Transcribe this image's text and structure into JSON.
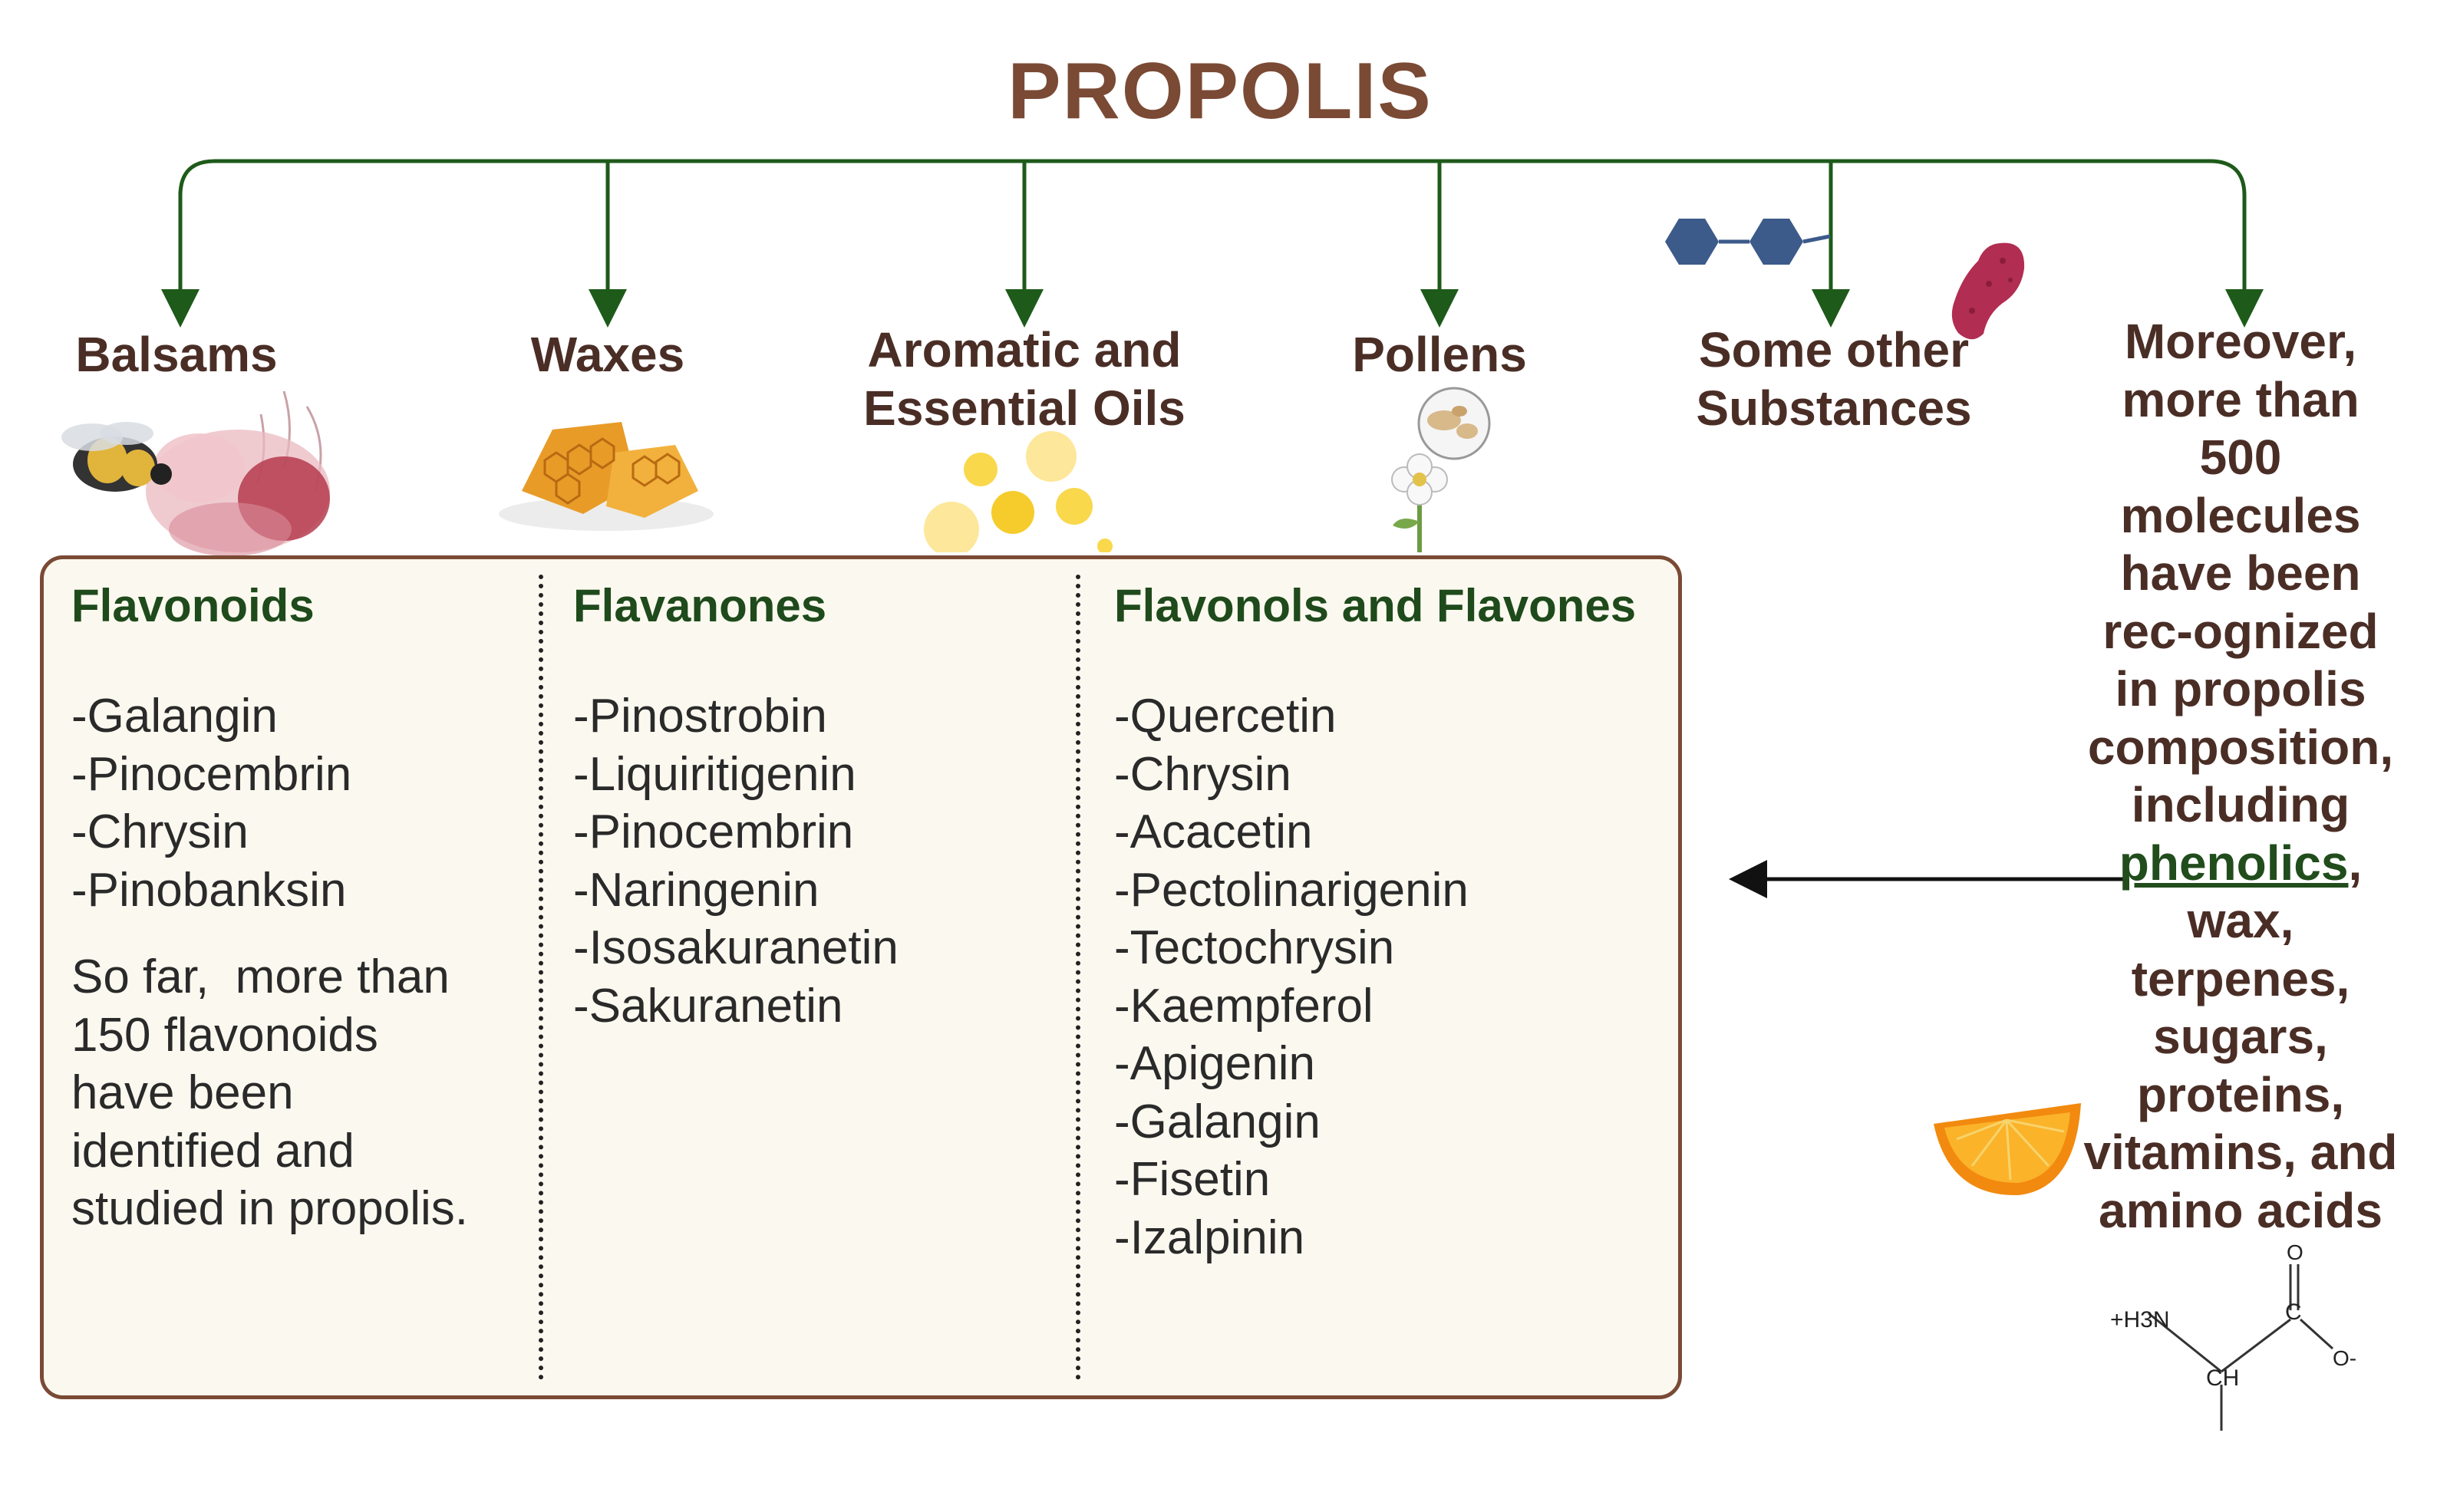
{
  "title": "PROPOLIS",
  "categories": {
    "balsams": "Balsams",
    "waxes": "Waxes",
    "aromatic_line1": "Aromatic and",
    "aromatic_line2": "Essential Oils",
    "pollens": "Pollens",
    "other_line1": "Some other",
    "other_line2": "Substances"
  },
  "right_note": {
    "lines": [
      "Moreover,",
      "more than",
      "500",
      "molecules",
      "have been",
      "rec-ognized",
      "in propolis",
      "composition,",
      "including"
    ],
    "phenolics": "phenolics",
    "phenolics_suffix": ",",
    "lines_after": [
      "wax,",
      "terpenes,",
      "sugars,",
      "proteins,",
      "vitamins, and",
      "amino acids"
    ]
  },
  "columns": [
    {
      "heading": "Flavonoids",
      "items": [
        "-Galangin",
        "-Pinocembrin",
        "-Chrysin",
        "-Pinobanksin"
      ],
      "note": [
        "So far,  more than",
        "150 flavonoids",
        "have been",
        "identified and",
        "studied in propolis."
      ]
    },
    {
      "heading": "Flavanones",
      "items": [
        "-Pinostrobin",
        "-Liquiritigenin",
        "-Pinocembrin",
        "-Naringenin",
        "-Isosakuranetin",
        "-Sakuranetin"
      ]
    },
    {
      "heading": "Flavonols and Flavones",
      "items": [
        "-Quercetin",
        "-Chrysin",
        "-Acacetin",
        "-Pectolinarigenin",
        "-Tectochrysin",
        "-Kaempferol",
        "-Apigenin",
        "-Galangin",
        "-Fisetin",
        "-Izalpinin"
      ]
    }
  ],
  "molecule_labels": {
    "amine": "+H3N",
    "ch": "CH",
    "c": "C",
    "o_top": "O",
    "o_minus": "O-"
  },
  "colors": {
    "title": "#7a4a35",
    "arrow": "#1e5a1a",
    "heading_green": "#1f4a1c",
    "box_border": "#7a4a35",
    "box_fill": "#fbf9ef"
  },
  "icons": [
    "bee-flower-icon",
    "honeycomb-icon",
    "oil-drops-icon",
    "pollen-flower-icon",
    "hexagon-chain-icon",
    "sugar-blob-icon",
    "orange-slice-icon",
    "amino-acid-structure-icon"
  ]
}
